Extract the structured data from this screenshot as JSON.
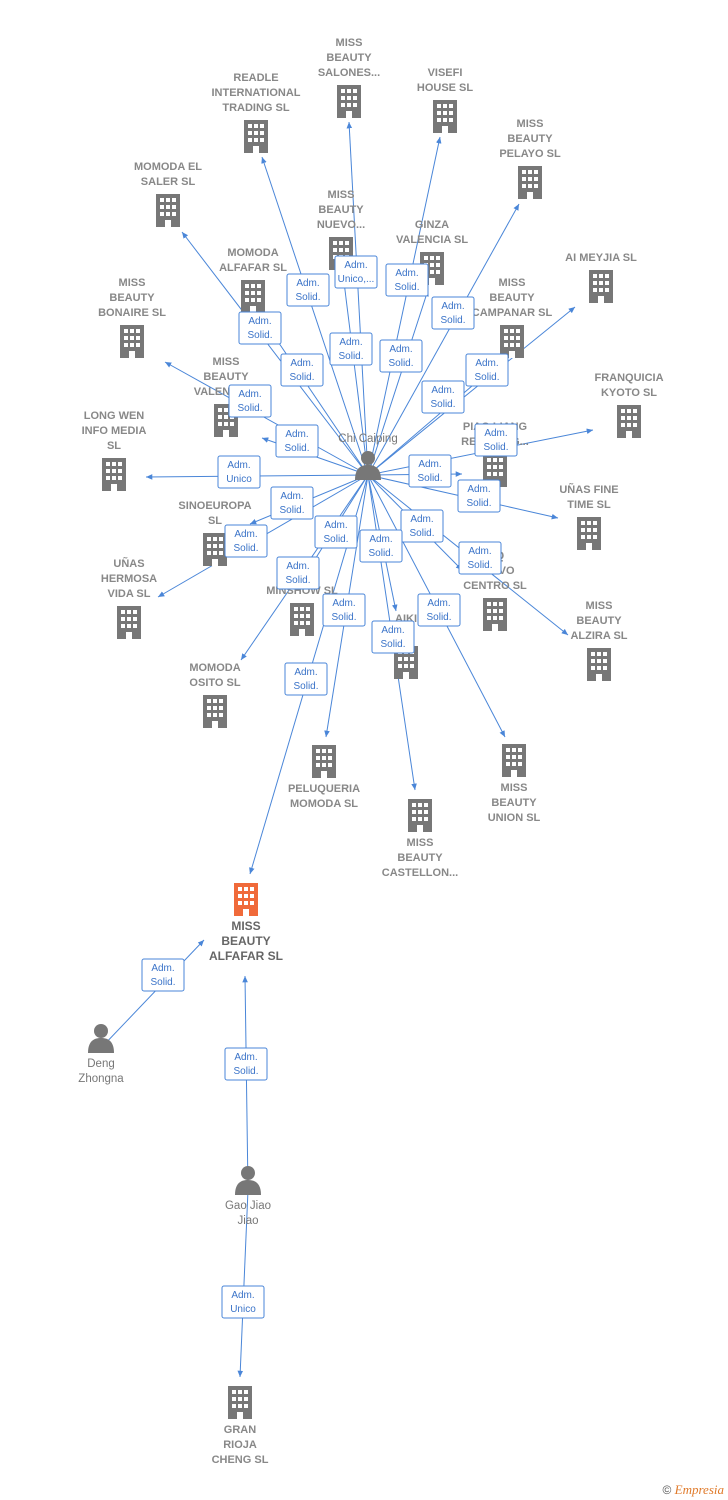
{
  "colors": {
    "edge": "#4a86d8",
    "building": "#777777",
    "main_building": "#f06a3a",
    "person": "#777777"
  },
  "nodes": [
    {
      "id": "chi",
      "type": "person",
      "label": [
        "Chi Caiping"
      ]
    },
    {
      "id": "deng",
      "type": "person",
      "label": [
        "Deng",
        "Zhongna"
      ]
    },
    {
      "id": "gao",
      "type": "person",
      "label": [
        "Gao Jiao",
        "Jiao"
      ]
    },
    {
      "id": "main",
      "type": "main",
      "label": [
        "MISS",
        "BEAUTY",
        "ALFAFAR  SL"
      ]
    },
    {
      "id": "salones",
      "type": "company",
      "label": [
        "MISS",
        "BEAUTY",
        "SALONES..."
      ]
    },
    {
      "id": "visefi",
      "type": "company",
      "label": [
        "VISEFI",
        "HOUSE  SL"
      ]
    },
    {
      "id": "readle",
      "type": "company",
      "label": [
        "READLE",
        "INTERNATIONAL",
        "TRADING  SL"
      ]
    },
    {
      "id": "pelayo",
      "type": "company",
      "label": [
        "MISS",
        "BEAUTY",
        "PELAYO  SL"
      ]
    },
    {
      "id": "momodasaler",
      "type": "company",
      "label": [
        "MOMODA EL",
        "SALER  SL"
      ]
    },
    {
      "id": "nuevo",
      "type": "company",
      "label": [
        "MISS",
        "BEAUTY",
        "NUEVO..."
      ]
    },
    {
      "id": "ginza",
      "type": "company",
      "label": [
        "GINZA",
        "VALENCIA  SL"
      ]
    },
    {
      "id": "aimeyjia",
      "type": "company",
      "label": [
        "AI MEYJIA  SL"
      ]
    },
    {
      "id": "momodaalfafar",
      "type": "company",
      "label": [
        "MOMODA",
        "ALFAFAR  SL"
      ]
    },
    {
      "id": "campanar",
      "type": "company",
      "label": [
        "MISS",
        "BEAUTY",
        "CAMPANAR  SL"
      ]
    },
    {
      "id": "bonaire",
      "type": "company",
      "label": [
        "MISS",
        "BEAUTY",
        "BONAIRE  SL"
      ]
    },
    {
      "id": "franquicia",
      "type": "company",
      "label": [
        "FRANQUICIA",
        "KYOTO  SL"
      ]
    },
    {
      "id": "valencia",
      "type": "company",
      "label": [
        "MISS",
        "BEAUTY",
        "VALENCIA..."
      ]
    },
    {
      "id": "piaoliang",
      "type": "company",
      "label": [
        "PIAO LIANG",
        "RETAILING..."
      ]
    },
    {
      "id": "longwen",
      "type": "company",
      "label": [
        "LONG WEN",
        "INFO MEDIA",
        "SL"
      ]
    },
    {
      "id": "unasfine",
      "type": "company",
      "label": [
        "UÑAS FINE",
        "TIME  SL"
      ]
    },
    {
      "id": "sinoeuropa",
      "type": "company",
      "label": [
        "SINOEUROPA",
        "SL"
      ]
    },
    {
      "id": "liq",
      "type": "company",
      "label": [
        "LIQ",
        "NUEVO",
        "CENTRO  SL"
      ]
    },
    {
      "id": "unashermosa",
      "type": "company",
      "label": [
        "UÑAS",
        "HERMOSA",
        "VIDA  SL"
      ]
    },
    {
      "id": "minshow",
      "type": "company",
      "label": [
        "MINSHOW  SL"
      ]
    },
    {
      "id": "aiki",
      "type": "company",
      "label": [
        "AIKI",
        "SL"
      ]
    },
    {
      "id": "alzira",
      "type": "company",
      "label": [
        "MISS",
        "BEAUTY",
        "ALZIRA  SL"
      ]
    },
    {
      "id": "osito",
      "type": "company",
      "label": [
        "MOMODA",
        "OSITO  SL"
      ]
    },
    {
      "id": "peluqueria",
      "type": "company",
      "label": [
        "PELUQUERIA",
        "MOMODA  SL"
      ]
    },
    {
      "id": "union",
      "type": "company",
      "label": [
        "MISS",
        "BEAUTY",
        "UNION  SL"
      ]
    },
    {
      "id": "castellon",
      "type": "company",
      "label": [
        "MISS",
        "BEAUTY",
        "CASTELLON..."
      ]
    },
    {
      "id": "gran",
      "type": "company",
      "label": [
        "GRAN",
        "RIOJA",
        "CHENG  SL"
      ]
    }
  ],
  "edges": [
    {
      "from": "chi",
      "to": "salones",
      "role": [
        "Adm.",
        "Unico,..."
      ]
    },
    {
      "from": "chi",
      "to": "visefi",
      "role": [
        "Adm.",
        "Solid."
      ]
    },
    {
      "from": "chi",
      "to": "readle",
      "role": [
        "Adm.",
        "Solid."
      ]
    },
    {
      "from": "chi",
      "to": "pelayo",
      "role": [
        "Adm.",
        "Solid."
      ]
    },
    {
      "from": "chi",
      "to": "momodasaler",
      "role": [
        "Adm.",
        "Solid."
      ]
    },
    {
      "from": "chi",
      "to": "nuevo",
      "role": [
        "Adm.",
        "Solid."
      ]
    },
    {
      "from": "chi",
      "to": "ginza",
      "role": [
        "Adm.",
        "Solid."
      ]
    },
    {
      "from": "chi",
      "to": "aimeyjia",
      "role": [
        "Adm.",
        "Solid."
      ]
    },
    {
      "from": "chi",
      "to": "momodaalfafar",
      "role": [
        "Adm.",
        "Solid."
      ]
    },
    {
      "from": "chi",
      "to": "campanar",
      "role": [
        "Adm.",
        "Solid."
      ]
    },
    {
      "from": "chi",
      "to": "bonaire",
      "role": [
        "Adm.",
        "Solid."
      ]
    },
    {
      "from": "chi",
      "to": "franquicia",
      "role": [
        "Adm.",
        "Solid."
      ]
    },
    {
      "from": "chi",
      "to": "valencia",
      "role": [
        "Adm.",
        "Solid."
      ]
    },
    {
      "from": "chi",
      "to": "piaoliang",
      "role": [
        "Adm.",
        "Solid."
      ]
    },
    {
      "from": "chi",
      "to": "longwen",
      "role": [
        "Adm.",
        "Unico"
      ]
    },
    {
      "from": "chi",
      "to": "unasfine",
      "role": [
        "Adm.",
        "Solid."
      ]
    },
    {
      "from": "chi",
      "to": "sinoeuropa",
      "role": [
        "Adm.",
        "Solid."
      ]
    },
    {
      "from": "chi",
      "to": "liq",
      "role": [
        "Adm.",
        "Solid."
      ]
    },
    {
      "from": "chi",
      "to": "unashermosa",
      "role": [
        "Adm.",
        "Solid."
      ]
    },
    {
      "from": "chi",
      "to": "minshow",
      "role": [
        "Adm.",
        "Solid."
      ]
    },
    {
      "from": "chi",
      "to": "aiki",
      "role": [
        "Adm.",
        "Solid."
      ]
    },
    {
      "from": "chi",
      "to": "alzira",
      "role": [
        "Adm.",
        "Solid."
      ]
    },
    {
      "from": "chi",
      "to": "osito",
      "role": [
        "Adm.",
        "Solid."
      ]
    },
    {
      "from": "chi",
      "to": "peluqueria",
      "role": [
        "Adm.",
        "Solid."
      ]
    },
    {
      "from": "chi",
      "to": "union",
      "role": [
        "Adm.",
        "Solid."
      ]
    },
    {
      "from": "chi",
      "to": "castellon",
      "role": [
        "Adm.",
        "Solid."
      ]
    },
    {
      "from": "chi",
      "to": "main",
      "role": [
        "Adm.",
        "Solid."
      ]
    },
    {
      "from": "deng",
      "to": "main",
      "role": [
        "Adm.",
        "Solid."
      ]
    },
    {
      "from": "gao",
      "to": "main",
      "role": [
        "Adm.",
        "Solid."
      ]
    },
    {
      "from": "gao",
      "to": "gran",
      "role": [
        "Adm.",
        "Unico"
      ]
    }
  ],
  "footer": {
    "copyright": "©",
    "brand": "Empresia"
  }
}
